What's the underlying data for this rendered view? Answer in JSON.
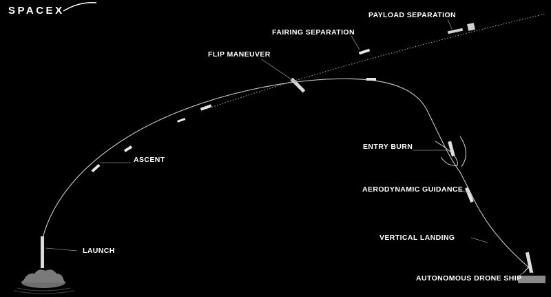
{
  "brand": {
    "logo_text": "SPACEX"
  },
  "labels": {
    "payload_separation": "PAYLOAD SEPARATION",
    "fairing_separation": "FAIRING SEPARATION",
    "flip_maneuver": "FLIP MANEUVER",
    "ascent": "ASCENT",
    "launch": "LAUNCH",
    "entry_burn": "ENTRY BURN",
    "aerodynamic_guidance": "AERODYNAMIC GUIDANCE",
    "vertical_landing": "VERTICAL LANDING",
    "autonomous_drone_ship": "AUTONOMOUS DRONE SHIP"
  },
  "colors": {
    "background": "#000000",
    "trajectory": "#bfbfbf",
    "label": "#ffffff"
  }
}
